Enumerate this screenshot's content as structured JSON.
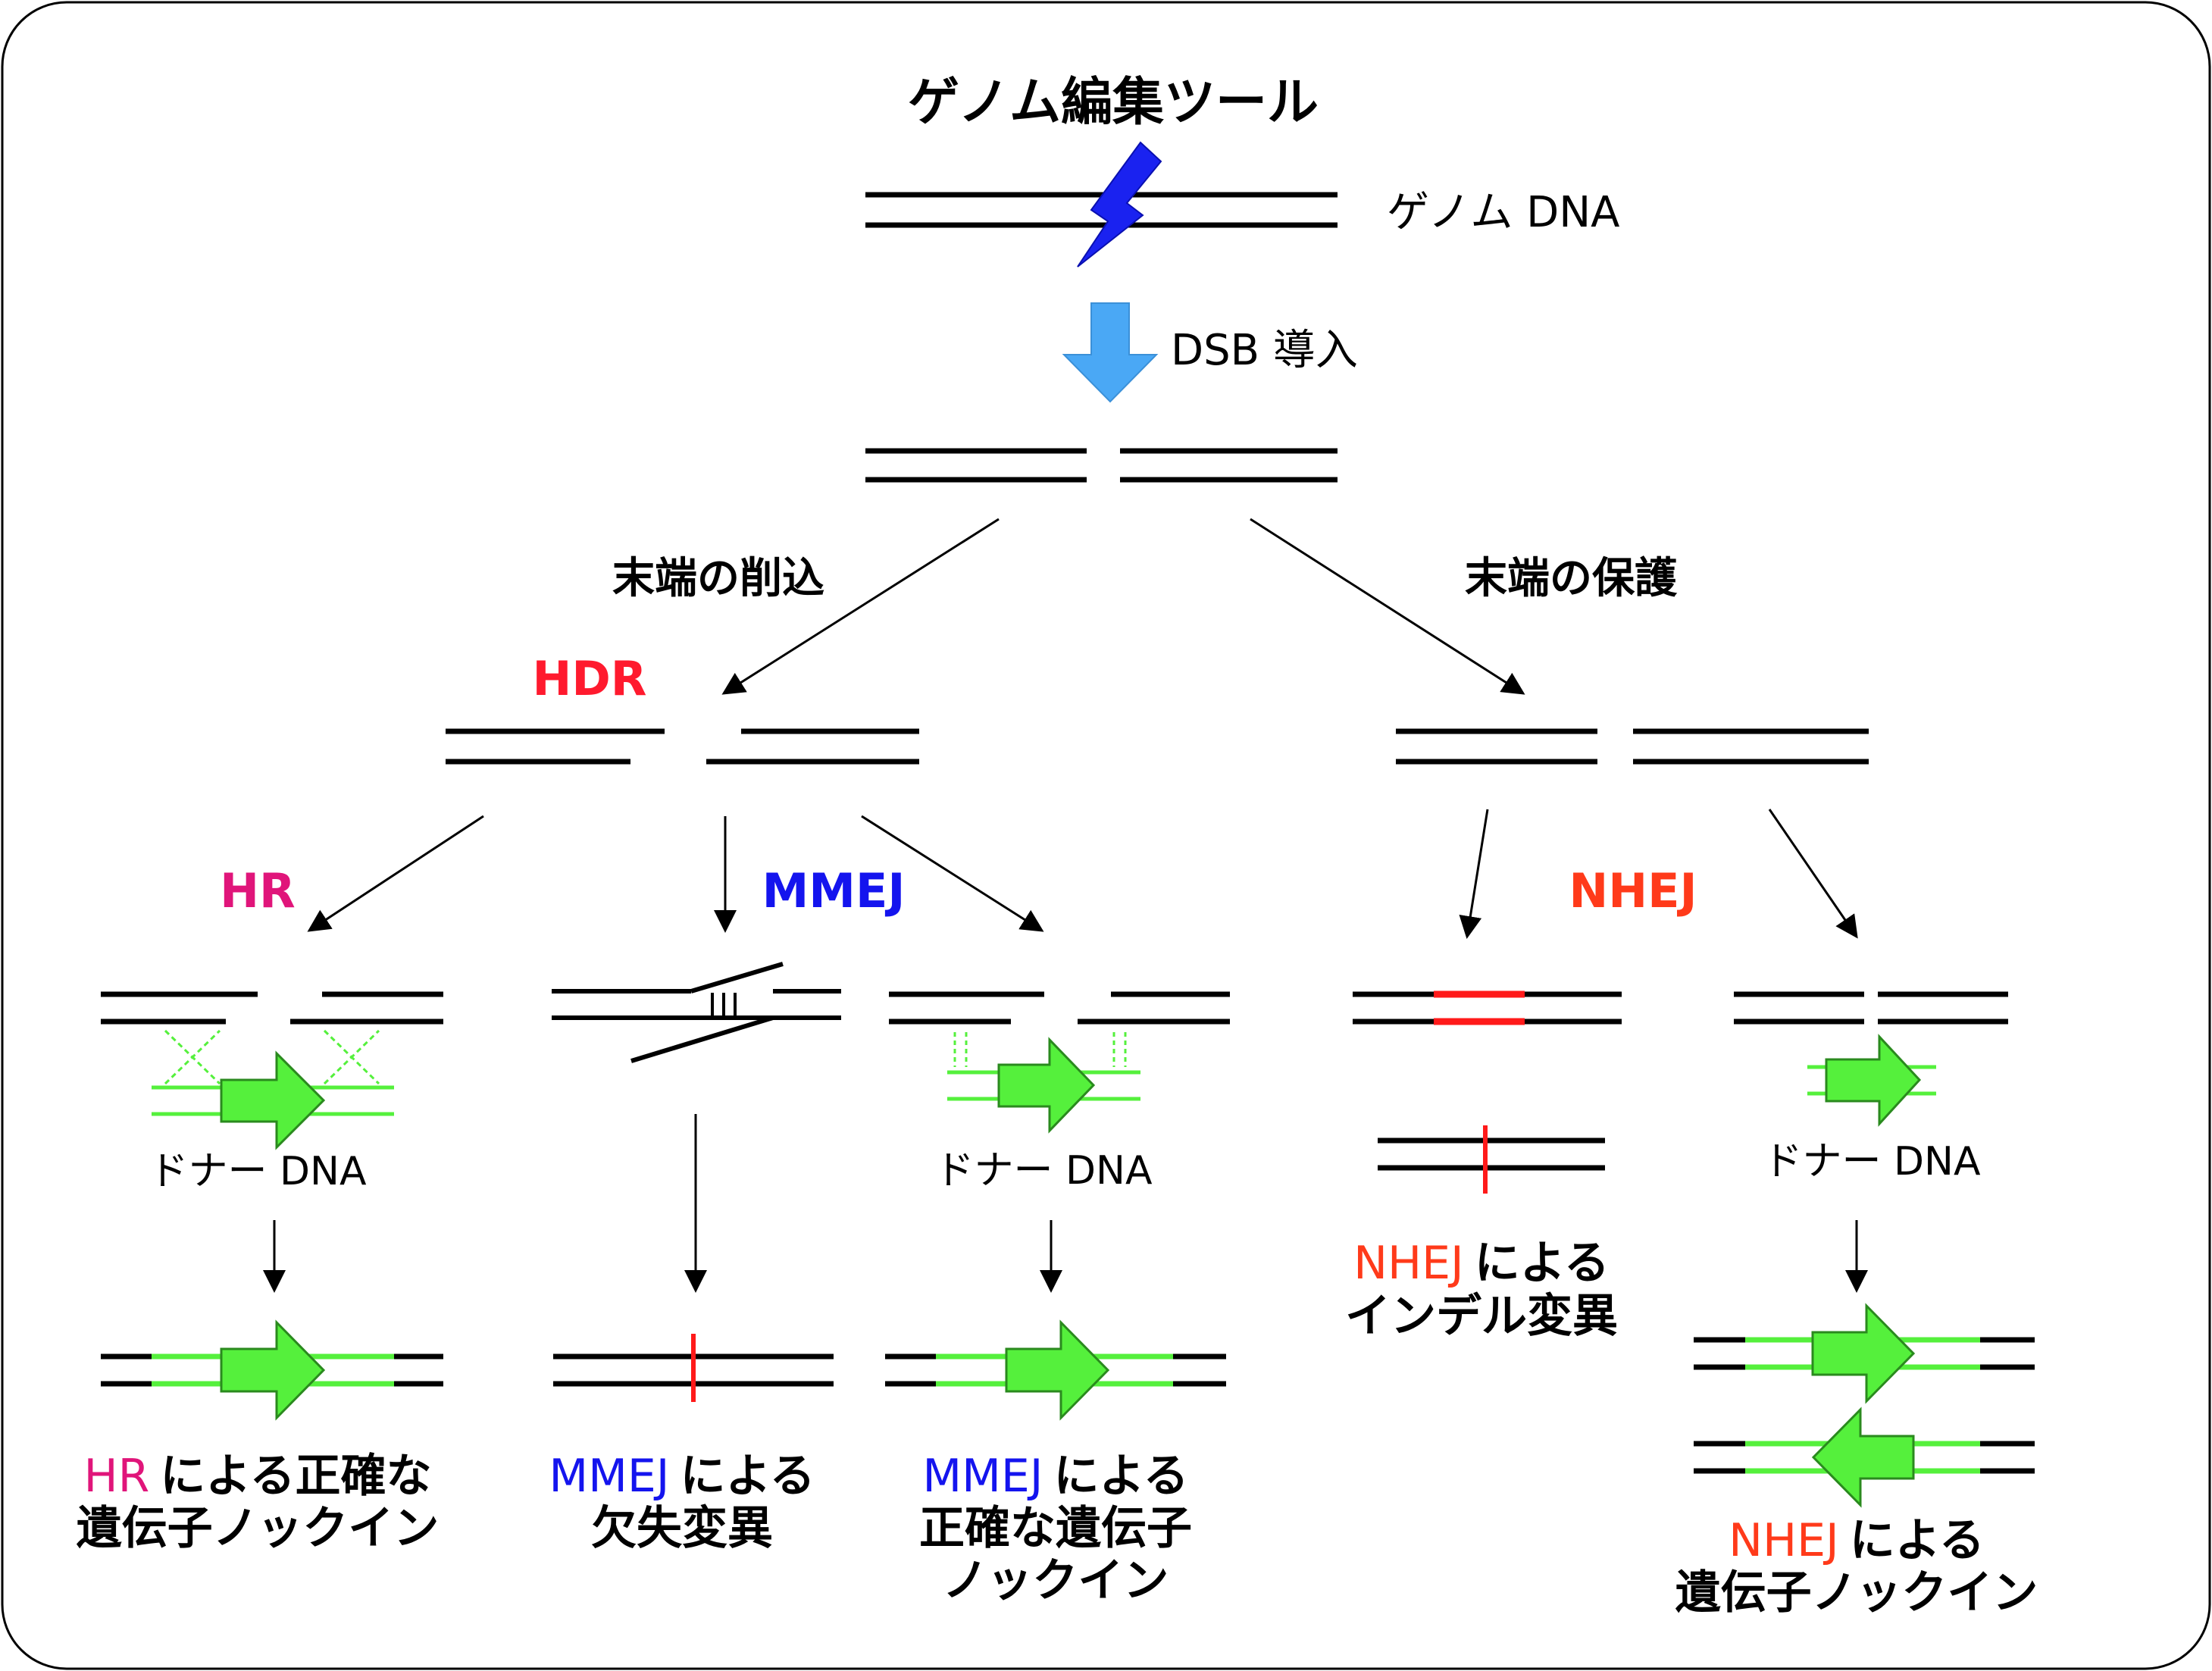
{
  "title": "ゲノム編集ツール",
  "genome_dna_label": "ゲノム DNA",
  "dsb_label": "DSB 導入",
  "resection_label": "末端の削込",
  "protection_label": "末端の保護",
  "pathways": {
    "hdr": "HDR",
    "hr": "HR",
    "mmej": "MMEJ",
    "nhej": "NHEJ"
  },
  "donor_dna_label": "ドナー DNA",
  "outcomes": {
    "hr": {
      "name": "HR",
      "line1_rest": "による正確な",
      "line2": "遺伝子ノックイン"
    },
    "mmej_deletion": {
      "name": "MMEJ",
      "line1_rest": "による",
      "line2": "欠失変異"
    },
    "mmej_knockin": {
      "name": "MMEJ",
      "line1_rest": "による",
      "line2": "正確な遺伝子",
      "line3": "ノックイン"
    },
    "nhej_indel": {
      "name": "NHEJ",
      "line1_rest": "による",
      "line2": "インデル変異"
    },
    "nhej_knockin": {
      "name": "NHEJ",
      "line1_rest": "による",
      "line2": "遺伝子ノックイン"
    }
  },
  "colors": {
    "hdr": "#ff1a2e",
    "hr": "#e0157a",
    "mmej": "#1414ee",
    "nhej": "#ff3a1a",
    "donor": "#55f03c",
    "cut": "#ff1a1a",
    "lightning": "#1a22f0",
    "dsb_arrow": "#4aa8f5"
  }
}
